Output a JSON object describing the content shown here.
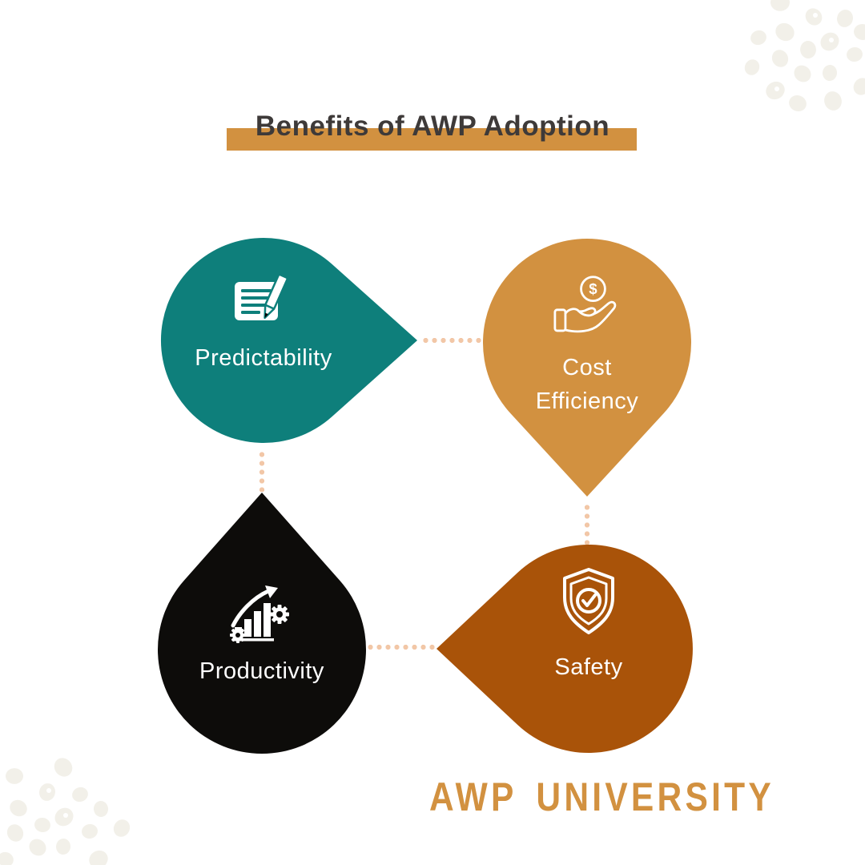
{
  "title": {
    "text": "Benefits of AWP Adoption"
  },
  "brand": {
    "text": "AWP UNIVERSITY"
  },
  "benefits": [
    {
      "label": "Predictability",
      "color": "#0E7F7B",
      "icon": "notes-pencil-icon"
    },
    {
      "label": "Cost Efficiency",
      "color": "#D29140",
      "icon": "hand-coin-icon"
    },
    {
      "label": "Productivity",
      "color": "#0D0C0A",
      "icon": "growth-chart-gears-icon"
    },
    {
      "label": "Safety",
      "color": "#A95309",
      "icon": "shield-check-icon"
    }
  ],
  "glyphs": {
    "dollar": "$"
  },
  "colors": {
    "accent_gold": "#D29140",
    "title_text": "#3E3A39",
    "teal": "#0E7F7B",
    "black": "#0D0C0A",
    "rust": "#A95309",
    "connector_dot": "#F2C7A7",
    "corner_blob": "#F2F0E9",
    "label_text": "#FFFFFF"
  }
}
